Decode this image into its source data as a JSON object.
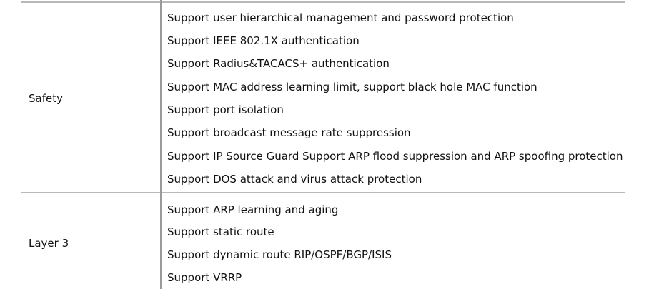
{
  "table": {
    "rows": [
      {
        "category": "Safety",
        "items": [
          "Support user hierarchical management and password protection",
          "Support IEEE 802.1X authentication",
          "Support Radius&TACACS+ authentication",
          "Support MAC address learning limit, support black hole MAC function",
          "Support port isolation",
          "Support broadcast message rate suppression",
          "Support IP Source Guard Support ARP flood suppression and ARP spoofing protection",
          "Support DOS attack and virus attack protection"
        ]
      },
      {
        "category": "Layer 3",
        "items": [
          "Support ARP learning and aging",
          "Support static route",
          "Support dynamic route RIP/OSPF/BGP/ISIS",
          "Support VRRP"
        ]
      }
    ]
  }
}
